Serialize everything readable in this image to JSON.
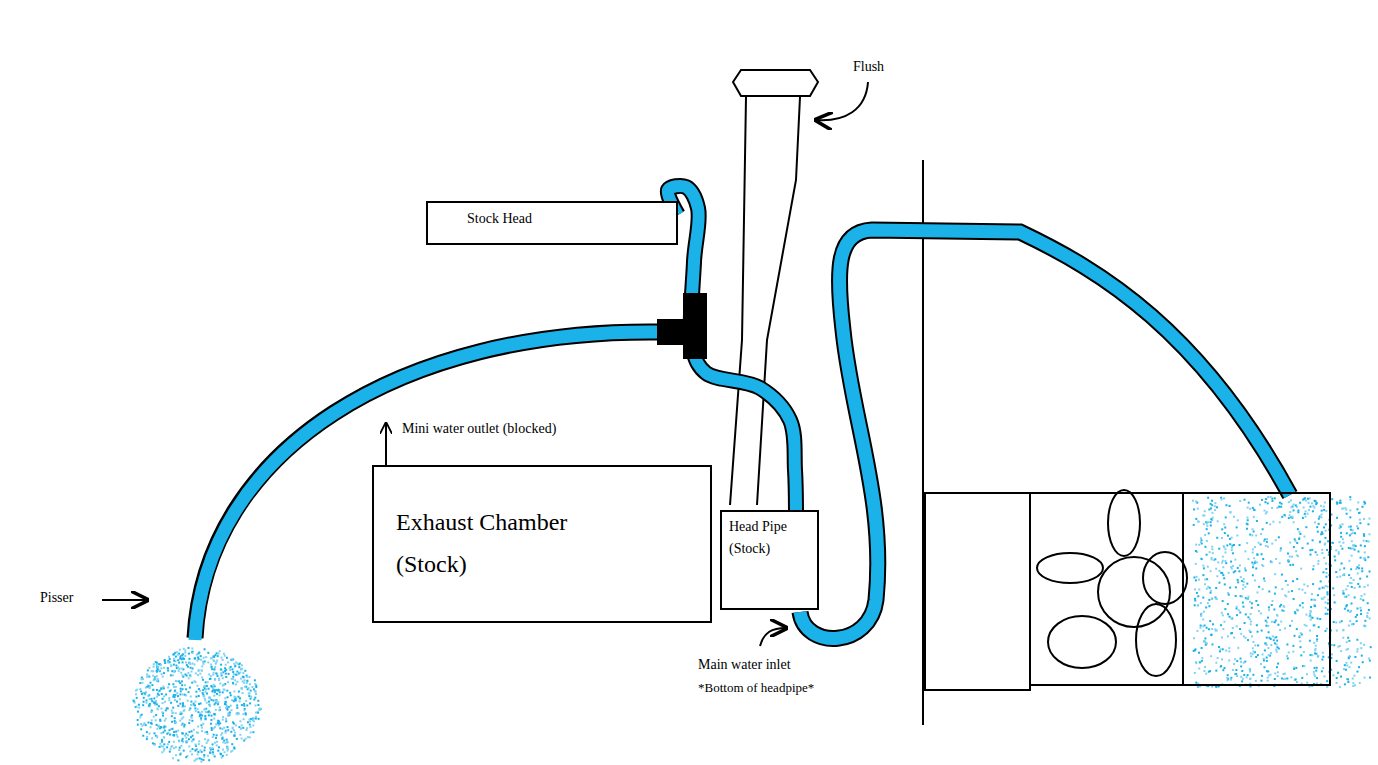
{
  "diagram": {
    "nodes": [
      {
        "text": [
          "Stock Head"
        ]
      },
      {
        "text": [
          "Exhaust Chamber (Stock)"
        ]
      },
      {
        "text": [
          "Head Pipe (Stock)"
        ]
      }
    ],
    "edges": [
      {
        "from": 2,
        "to": 0,
        "arrow": "none"
      }
    ],
    "labels": [
      "Flush",
      "Mini water outlet (blocked)",
      "Pisser",
      "Main water inlet",
      "*Bottom of headpipe*"
    ]
  }
}
